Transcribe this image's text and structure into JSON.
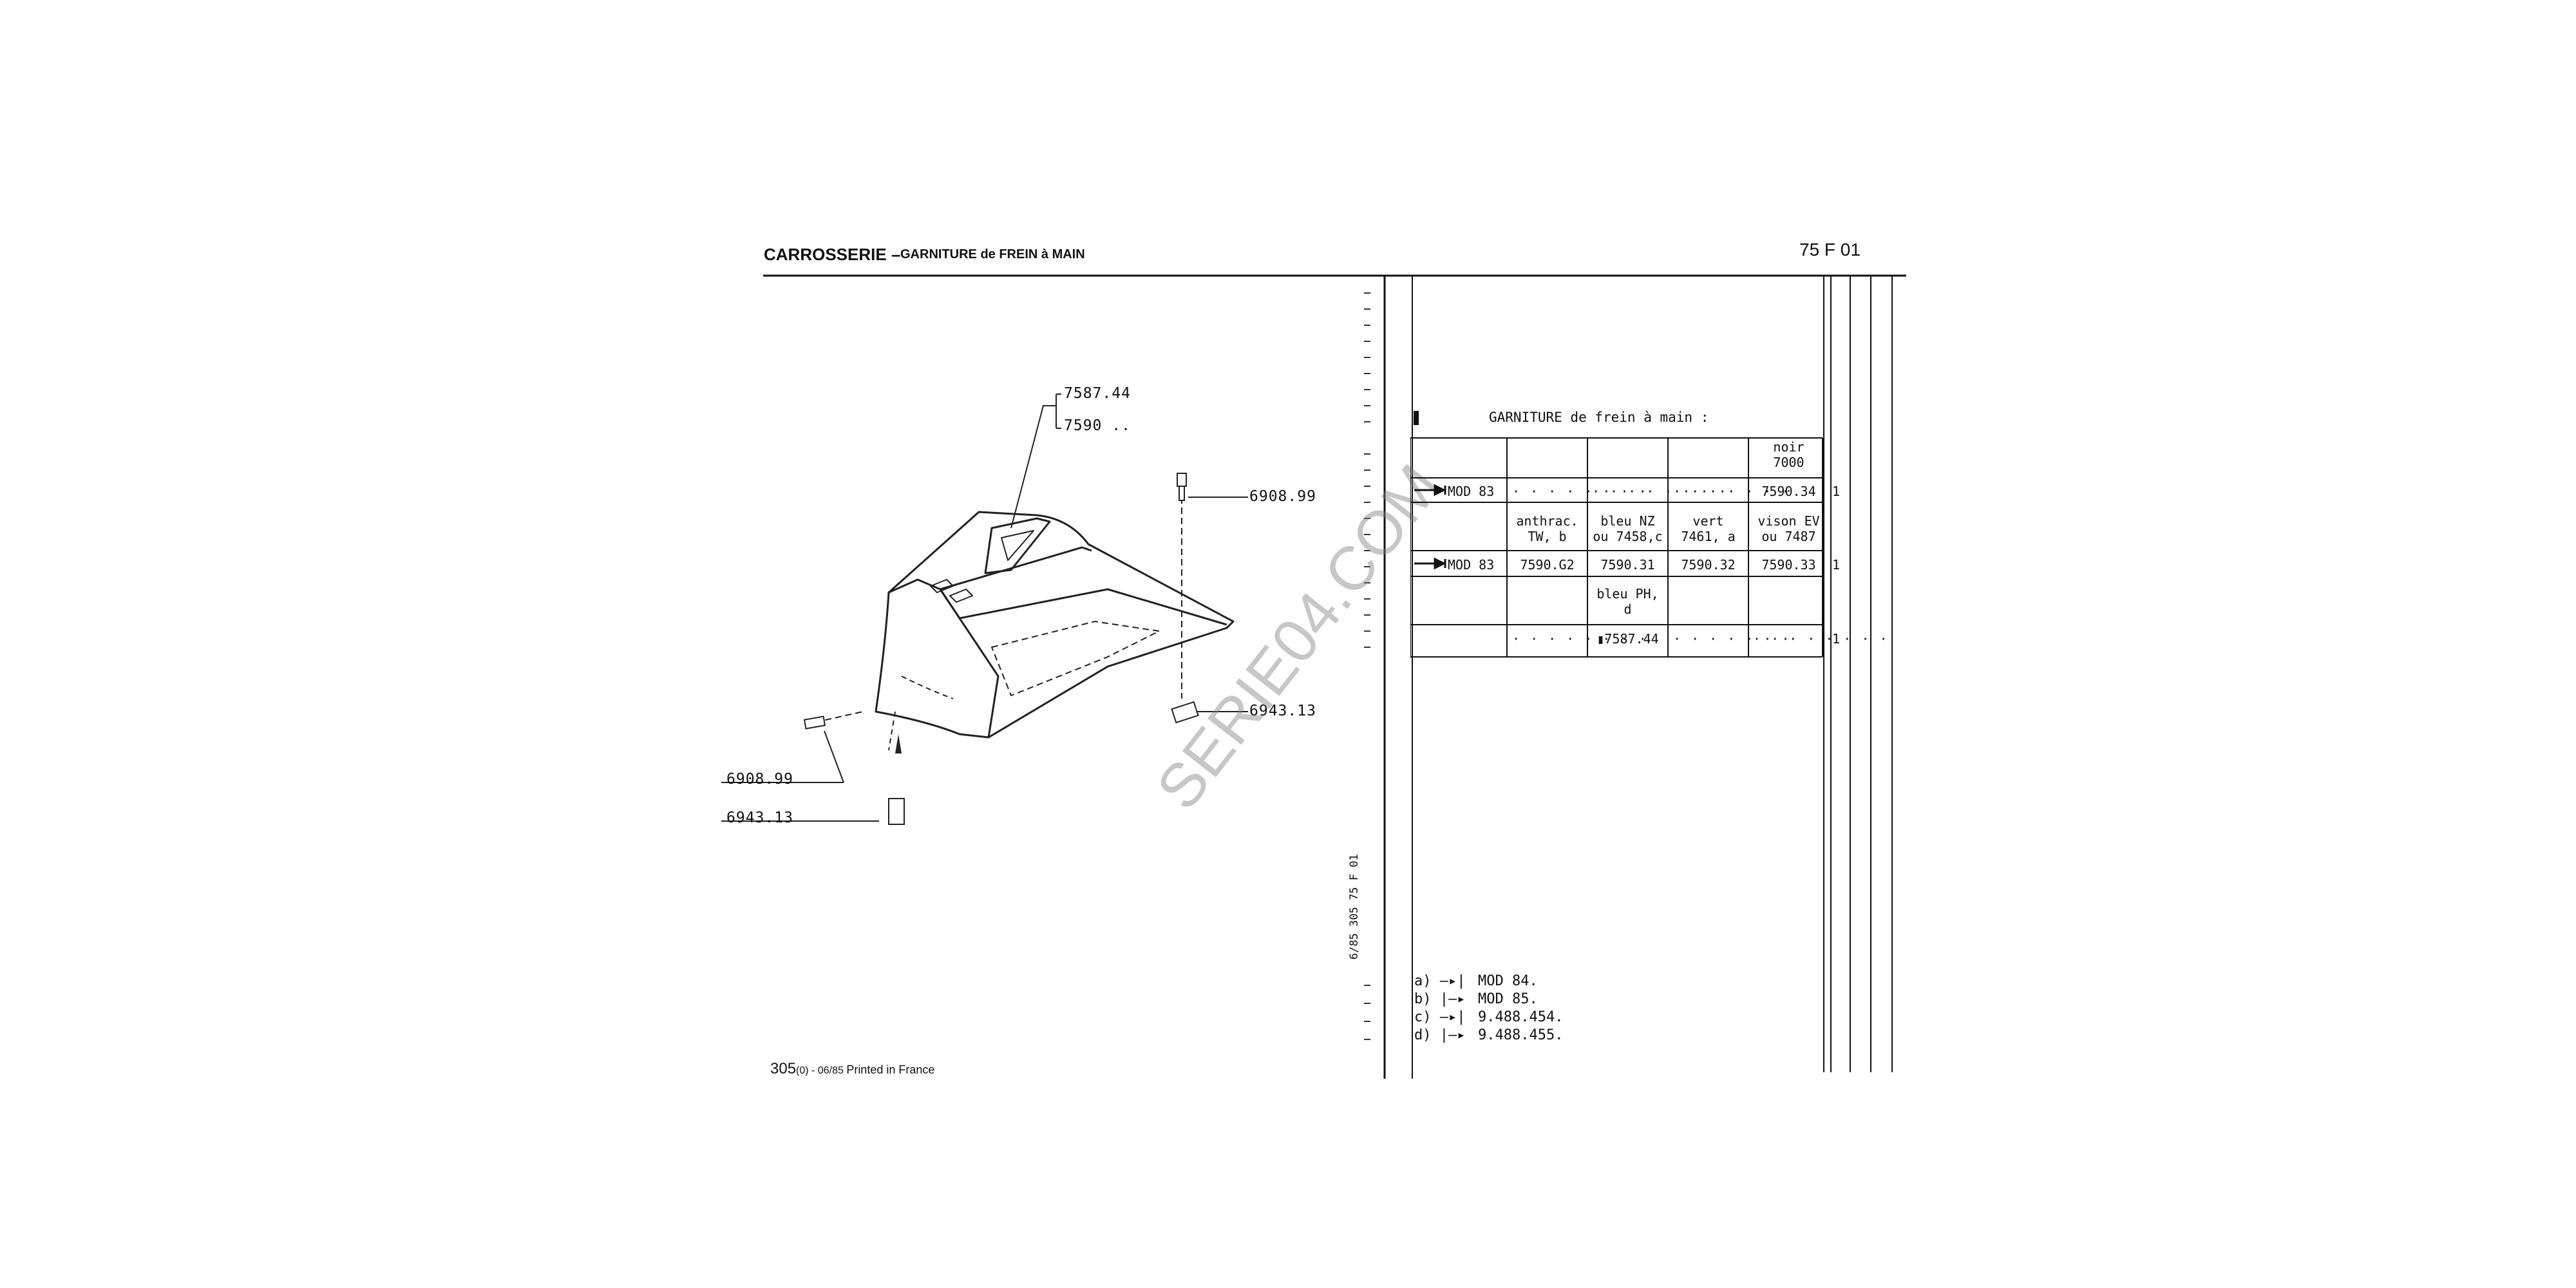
{
  "header": {
    "section": "CARROSSERIE –",
    "subtitle": "GARNITURE de FREIN à MAIN",
    "page_ref": "75  F 01"
  },
  "diagram": {
    "callouts": [
      "7587.44",
      "7590 ..",
      "6908.99",
      "6943.13",
      "6908.99",
      "6943.13"
    ]
  },
  "table": {
    "title": "GARNITURE de frein à main :",
    "header1": {
      "col5": "noir\n7000"
    },
    "row1": {
      "ref": "MOD 83",
      "c2": "· · · · · · · ·",
      "c3": "· · · · · · · ·",
      "c4": "· · · · · · ·",
      "c5": "7590.34",
      "qty": "1"
    },
    "header2": {
      "col2": "anthrac.\nTW, b",
      "col3": "bleu NZ\nou 7458,c",
      "col4": "vert\n7461, a",
      "col5": "vison EV\nou 7487"
    },
    "row2": {
      "ref": "MOD 83",
      "c2": "7590.G2",
      "c3": "7590.31",
      "c4": "7590.32",
      "c5": "7590.33",
      "qty": "1"
    },
    "header3": {
      "col3": "bleu PH,\nd"
    },
    "row3": {
      "c2": "· · · · · · · ·",
      "c3": "▮7587.44",
      "c4": "· · · · · · ·",
      "c5": "· · · · · · · ·",
      "qty": "1"
    }
  },
  "notes": [
    {
      "key": "a)",
      "text": "MOD 84."
    },
    {
      "key": "b)",
      "text": "MOD 85."
    },
    {
      "key": "c)",
      "text": "9.488.454."
    },
    {
      "key": "d)",
      "text": "9.488.455."
    }
  ],
  "side_ref": "6/85 305 75 F 01",
  "footer": {
    "num": "305",
    "small": "(0) - 06/85",
    "printed": "Printed in France"
  },
  "watermark": "SERIE04.COM"
}
